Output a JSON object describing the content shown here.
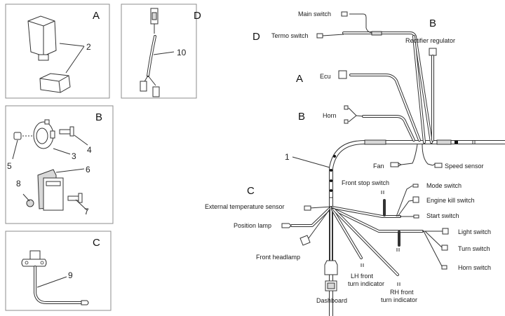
{
  "diagram": {
    "title": "Motorcycle front wiring harness",
    "panels": [
      {
        "id": "A",
        "letter": "A",
        "callouts": [
          "2"
        ]
      },
      {
        "id": "B",
        "letter": "B",
        "callouts": [
          "3",
          "4",
          "5",
          "6",
          "7",
          "8"
        ]
      },
      {
        "id": "C",
        "letter": "C",
        "callouts": [
          "9"
        ]
      },
      {
        "id": "D",
        "letter": "D",
        "callouts": [
          "10"
        ]
      }
    ],
    "main": {
      "harness_callout": "1",
      "group_letters": {
        "D": "D",
        "B_top": "B",
        "A": "A",
        "B_horn": "B",
        "C": "C"
      },
      "connectors": {
        "main_switch": "Main switch",
        "termo_switch": "Termo switch",
        "rectifier_regulator": "Rectifier regulator",
        "ecu": "Ecu",
        "horn": "Horn",
        "fan": "Fan",
        "speed_sensor": "Speed sensor",
        "front_stop_switch": "Front stop switch",
        "mode_switch": "Mode switch",
        "engine_kill_switch": "Engine kill switch",
        "start_switch": "Start switch",
        "external_temperature_sensor": "External temperature sensor",
        "position_lamp": "Position lamp",
        "light_switch": "Light switch",
        "turn_switch": "Turn switch",
        "horn_switch": "Horn switch",
        "front_headlamp": "Front headlamp",
        "dashboard": "Dashboard",
        "lh_front_turn_indicator_1": "LH front",
        "lh_front_turn_indicator_2": "turn indicator",
        "rh_front_turn_indicator_1": "RH front",
        "rh_front_turn_indicator_2": "turn indicator"
      }
    }
  }
}
